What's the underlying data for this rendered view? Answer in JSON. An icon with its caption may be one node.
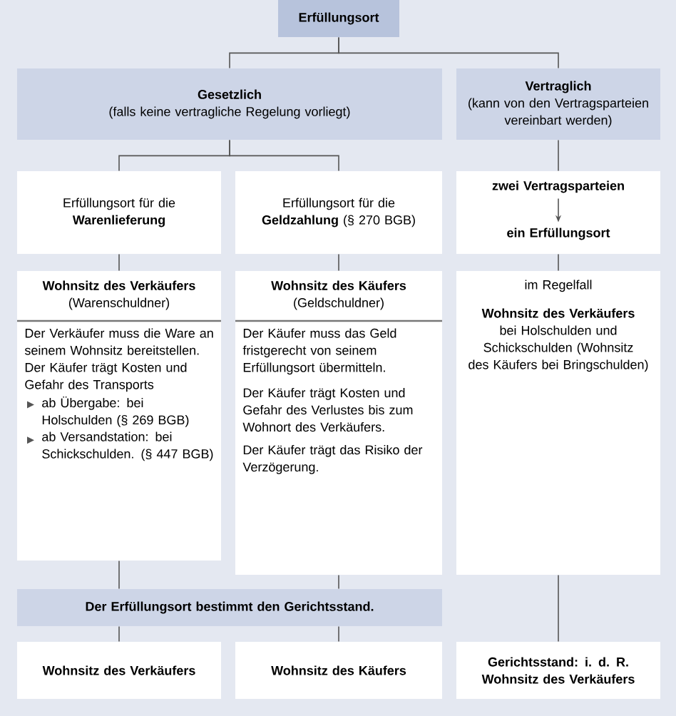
{
  "diagram": {
    "nodes": [
      {
        "text": [
          "Erfüllungsort"
        ]
      },
      {
        "text": [
          "Gesetzlich",
          "(falls keine vertragliche Regelung vorliegt)"
        ]
      },
      {
        "text": [
          "Vertraglich",
          "(kann von den Vertragsparteien vereinbart werden)"
        ]
      },
      {
        "text": [
          "Erfüllungsort für die **Warenlieferung**"
        ]
      },
      {
        "text": [
          "Erfüllungsort für die **Geldzahlung** (§ 270 BGB)"
        ]
      },
      {
        "text": [],
        "shape": "box"
      },
      {
        "text": [
          "zwei Vertragsparteien"
        ],
        "in": 5
      },
      {
        "text": [
          "ein Erfüllungsort"
        ],
        "in": 5
      },
      {
        "text": [
          "Wohnsitz des Verkäufers",
          "(Warenschuldner)",
          "Der Verkäufer muss die Ware an seinem Wohnsitz bereitstellen. Der Käufer trägt Kosten und Gefahr des Transports",
          "ab Übergabe: bei Holschulden (§ 269 BGB)",
          "ab Versandstation: bei Schickschulden. (§ 447 BGB)"
        ]
      },
      {
        "text": [
          "Wohnsitz des Käufers",
          "(Geldschuldner)",
          "Der Käufer muss das Geld fristgerecht von seinem Erfüllungsort übermitteln.",
          "Der Käufer trägt Kosten und Gefahr des Verlustes bis zum Wohnort des Verkäufers.",
          "Der Käufer trägt das Risiko der Verzögerung."
        ]
      },
      {
        "text": [
          "im Regelfall",
          "**Wohnsitz des Verkäufers** bei Holschulden und Schickschulden (Wohnsitz des Käufers bei Bringschulden)"
        ]
      },
      {
        "text": [
          "Der Erfüllungsort bestimmt den Gerichtsstand."
        ]
      },
      {
        "text": [
          "Wohnsitz des Verkäufers"
        ]
      },
      {
        "text": [
          "Wohnsitz des Käufers"
        ]
      },
      {
        "text": [
          "Gerichtsstand: i. d. R. Wohnsitz des Verkäufers"
        ]
      }
    ],
    "edges": [
      {
        "from": 0,
        "to": 1,
        "arrow": "none"
      },
      {
        "from": 0,
        "to": 2,
        "arrow": "none"
      },
      {
        "from": 1,
        "to": 3,
        "arrow": "none"
      },
      {
        "from": 1,
        "to": 4,
        "arrow": "none"
      },
      {
        "from": 2,
        "to": 5,
        "arrow": "none"
      },
      {
        "from": 6,
        "to": 7,
        "arrow": "to"
      },
      {
        "from": 3,
        "to": 8,
        "arrow": "none"
      },
      {
        "from": 4,
        "to": 9,
        "arrow": "none"
      },
      {
        "from": 5,
        "to": 10,
        "arrow": "none"
      },
      {
        "from": 8,
        "to": 11,
        "arrow": "none"
      },
      {
        "from": 9,
        "to": 11,
        "arrow": "none"
      },
      {
        "from": 10,
        "to": 14,
        "arrow": "none"
      },
      {
        "from": 11,
        "to": 12,
        "arrow": "none"
      },
      {
        "from": 11,
        "to": 13,
        "arrow": "none"
      }
    ]
  }
}
